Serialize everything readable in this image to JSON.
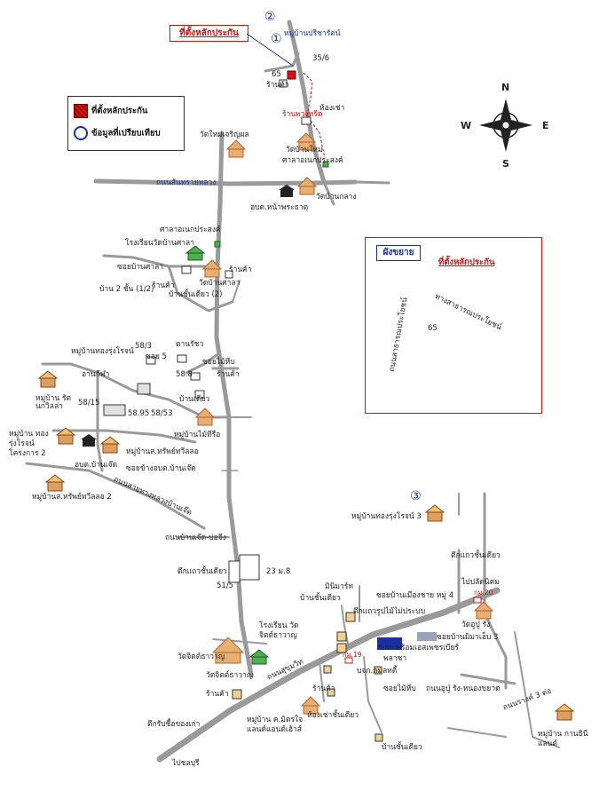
{
  "title": "ที่ตั้งหลักประกัน",
  "legend": {
    "collateral": "ที่ตั้งหลักประกัน",
    "comparison": "ข้อมูลที่เปรียบเทียบ"
  },
  "compass": {
    "n": "N",
    "s": "S",
    "e": "E",
    "w": "W"
  },
  "inset": {
    "title": "ผังขยาย",
    "location": "ที่ตั้งหลักประกัน",
    "road_top": "ทางสาธารณประโยชน์",
    "road_left": "ถนนสาธารณประโยชน์",
    "plot": "65"
  },
  "markers": [
    "①",
    "②",
    "③"
  ],
  "labels": {
    "v_preecha": "หมู่บ้านปรีชารัตน์",
    "n35_6": "35/6",
    "n65": "65",
    "shop1": "ร้านค้า",
    "rented": "ห้องเช่า",
    "phuang": "ร้านพวงหรีด",
    "watnai": "วัดใหม่เจริญผล",
    "watban": "วัดบ้านใหม่",
    "sala": "ศาลาอเนกประสงค์",
    "rd_main": "ถนนสันทรายหลวง",
    "watklang": "วัดบ้านกลาง",
    "obt": "อบต.หน้าพระธาตุ",
    "salaworks": "ศาลาอเนกประสงค์",
    "school": "โรงเรียนวัดบ้านศาลา",
    "soi_fa": "ซอยบ้านศาลา",
    "shop2": "ร้านค้า",
    "wat_sala": "วัดบ้านศาลา",
    "house2": "บ้าน 2 ชั้น (1/2)",
    "house1": "บ้านชั้นเดียว (2)",
    "shop3": "ร้านค้า",
    "v_thong": "หมู่บ้านทองรุ่งโรจน์",
    "soi5": "ซอย 5",
    "n58_3": "58/3",
    "kanrae": "ตานรัชว",
    "soimai": "ซอยไม้หีบ",
    "shop4": "ร้านค้า",
    "oot": "อานกีฬา",
    "v_rattana": "หมู่บ้าน รัตนกวิลล่า",
    "n58_15": "58/15",
    "n58_95": "58.95",
    "n58_53": "58/53",
    "n58_8": "58.8",
    "banyiew": "บ้านเดียว",
    "v_maphrao": "หมู่บ้านไม้ทีรือ",
    "v_thong2": "หมู่บ้าน ทองรุ่งโรจน์ โครงการ 2",
    "v_sawat": "หมู่บ้านส.ทรัพย์ทวีลลอ",
    "obt2": "อบต.บ้านเจ๊ด",
    "soi_obt": "ซอยข้างอบต.บ้านเจ๊ด",
    "rd_diag": "ถนนสายทางหลวงบ้านเจ๊ด",
    "v_sawat2": "หมู่บ้านส.ทรัพย์ทวีลลอ 2",
    "v_thong3": "หมู่บ้านทองรุ่งโรจน์ 3",
    "rd_mid": "ถนนบ้านเจ๊ด-บ่อจีง",
    "tuk": "ตึกแถวชั้นเดียว",
    "n51_5": "51/5",
    "n23": "23 ม.8",
    "tuk2": "ตึกแถวชั้นเดียว",
    "mini": "มินิมาร์ท",
    "soi_banmueang": "ซอยบ้านเมืองชาย หมู่ 4",
    "to_pla": "ไปปลัดนิคม",
    "km": "กม.20",
    "banyiew2": "บ้านชั้นเดียว",
    "tuk3": "ตึกแถวรูปไม้ไม่ประบบ",
    "plaza": "พลาซา",
    "wat_u": "วัดอูปู่ รัง",
    "km2": "กม.19",
    "soi_mit": "ซอยบ้านมิมาเฮ็บ 3",
    "pwa": "บจก.พร้อมเอสเพชรเบียร์",
    "school2": "โรงเรียน วัดจิตต์ธาวาญ",
    "wat_jit": "วัดจิตต์ธาวาญ",
    "wat_jit2": "วัดจิตต์ธาวาญ",
    "rd_sukhumvit": "ถนนสุขุมวิท",
    "obt3": "บจก.กมลทตี้",
    "rd_upu": "ถนนอูปู่ รัง-หนองขยาด",
    "shop5": "ร้านค้า",
    "shop6": "ร้านค้า",
    "soimai2": "ซอยไม้หีบ",
    "rented2": "ห้องเช่าชั้นเดียว",
    "tuk4": "ตึกรับซื้อของเก่า",
    "v_kh": "หมู่บ้าน ค.มิตรใจ แลนด์แอนด์เฮ้าส์",
    "banyiew3": "บ้านชั้นเดียว",
    "v_kanithi": "หมู่บ้าน กานธินี แลนด์",
    "rd_rank": "ถนนรางค์ 3 ต่อ",
    "to_chon": "ไปชลบุรี"
  }
}
